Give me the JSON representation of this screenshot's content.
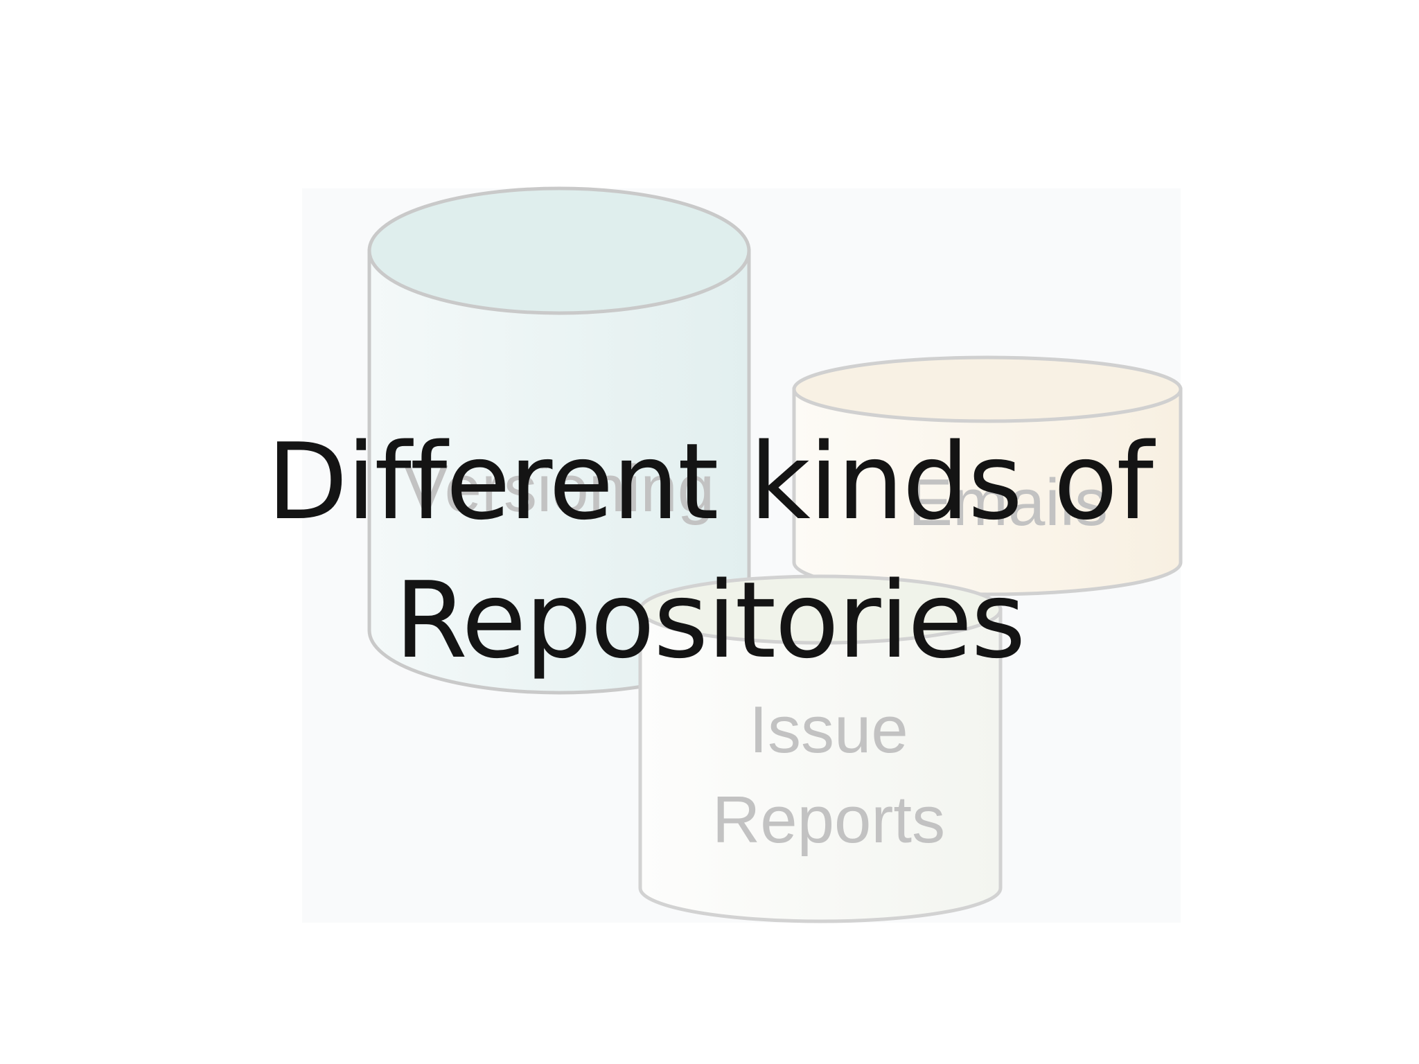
{
  "slide": {
    "title_line1": "Different kinds of",
    "title_line2": "Repositories"
  },
  "diagram": {
    "cylinders": [
      {
        "label": "Versioning",
        "fill_top": "#dfeeed",
        "fill_body": "#e8f3f3",
        "stroke": "#c9c9c9"
      },
      {
        "label": "Emails",
        "fill_top": "#f8f1e4",
        "fill_body": "#fbf6ec",
        "stroke": "#d0d0d0"
      },
      {
        "label_line1": "Issue",
        "label_line2": "Reports",
        "fill_top": "#f0f3ea",
        "fill_body": "#fafbf8",
        "stroke": "#d2d2d2"
      }
    ]
  },
  "colors": {
    "background": "#ffffff",
    "panel": "#f9fafb",
    "title_text": "#141414",
    "label_text": "#c2c2c2"
  }
}
